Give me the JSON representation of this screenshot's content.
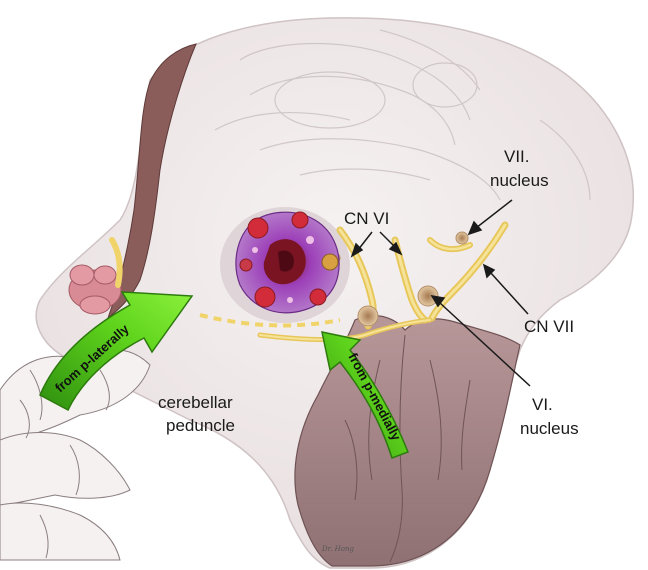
{
  "labels": {
    "vii_nucleus_line1": "VII.",
    "vii_nucleus_line2": "nucleus",
    "cn_vi": "CN VI",
    "cn_vii": "CN VII",
    "vi_nucleus_line1": "VI.",
    "vi_nucleus_line2": "nucleus",
    "cerebellar_line1": "cerebellar",
    "cerebellar_line2": "peduncle"
  },
  "approaches": {
    "posterolateral": "from p-laterally",
    "posteromedial": "from p-medially"
  },
  "signature": "Dr. Hong",
  "colors": {
    "brainstem": "#f1ebeb",
    "pons_shadow": "#e3dadc",
    "fourth_ventricle": "#a6888a",
    "cut_edge": "#7a5250",
    "nerve": "#f0d46a",
    "arrow_green": "#5fd41c",
    "lesion_purple": "#8a3bb0",
    "lesion_red": "#c0202a"
  }
}
